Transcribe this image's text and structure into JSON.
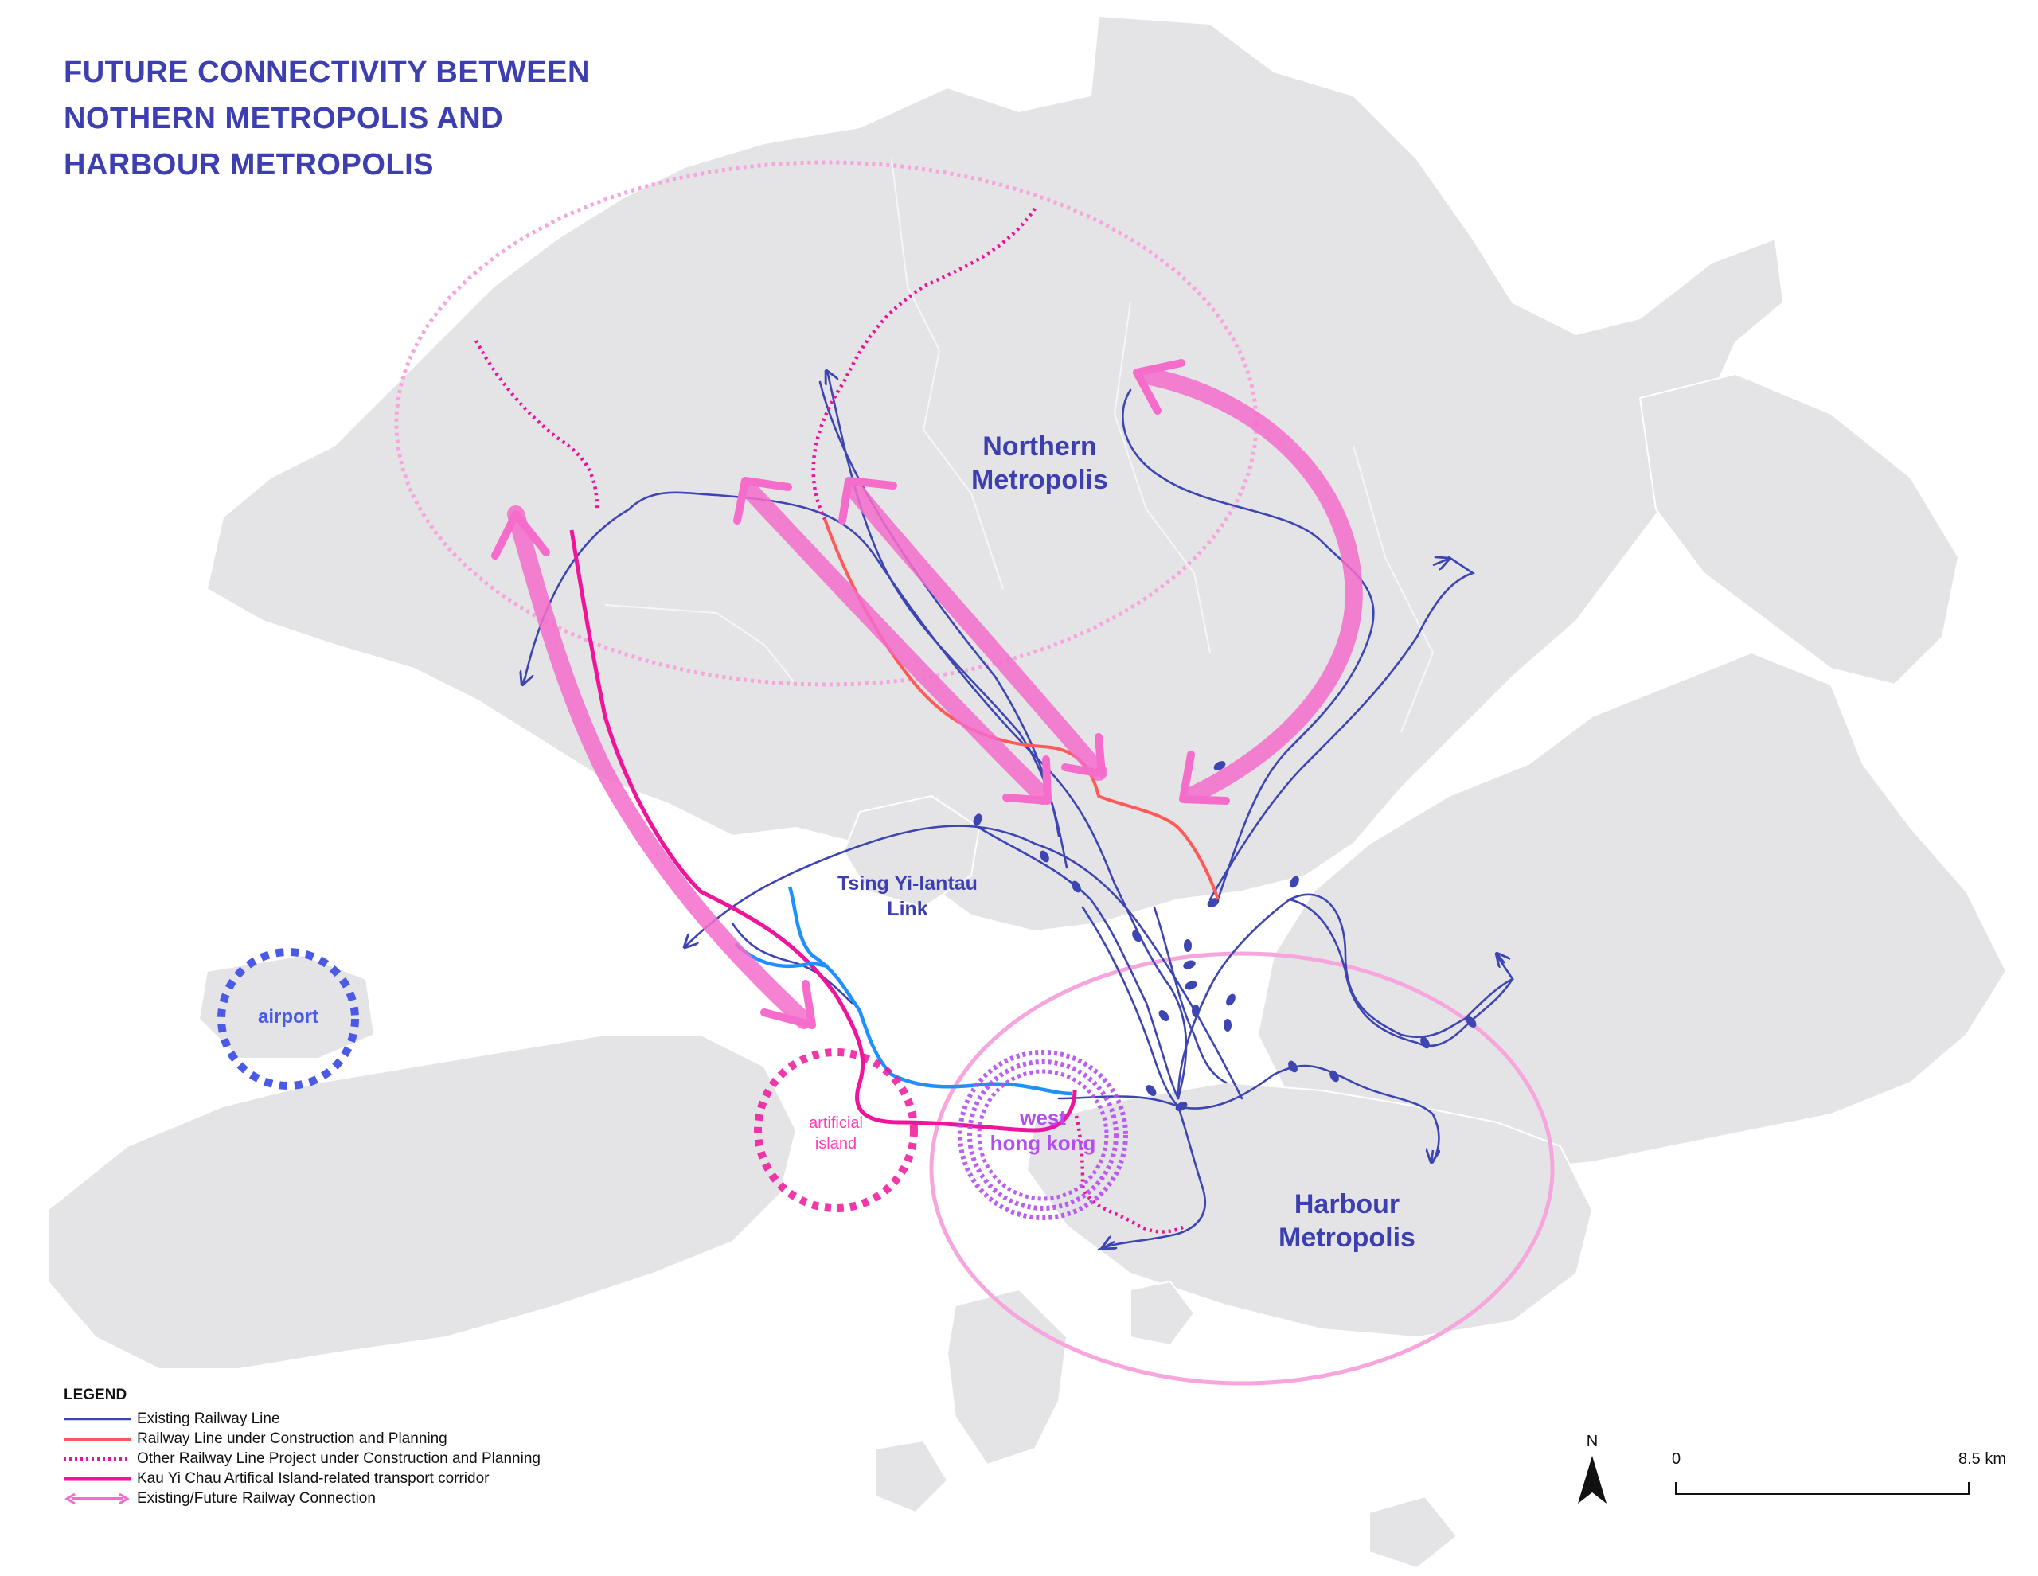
{
  "title_lines": [
    "FUTURE CONNECTIVITY BETWEEN",
    "NOTHERN METROPOLIS AND",
    "HARBOUR METROPOLIS"
  ],
  "labels": {
    "northern_metropolis": [
      "Northern",
      "Metropolis"
    ],
    "harbour_metropolis": [
      "Harbour",
      "Metropolis"
    ],
    "tsing_yi_lantau_link": [
      "Tsing Yi-lantau",
      "Link"
    ],
    "airport": "airport",
    "artificial_island": [
      "artificial",
      "island"
    ],
    "west_hong_kong": [
      "west",
      "hong kong"
    ]
  },
  "legend": {
    "title": "LEGEND",
    "items": [
      {
        "label": "Existing Railway Line",
        "style": "solid",
        "color": "#3d45b3"
      },
      {
        "label": "Railway Line under Construction and Planning",
        "style": "solid",
        "color": "#ff5a5a"
      },
      {
        "label": "Other Railway Line Project under Construction and Planning",
        "style": "dotted",
        "color": "#e8149a"
      },
      {
        "label": "Kau Yi Chau Artifical Island-related transport corridor",
        "style": "solid-thick",
        "color": "#f0149a"
      },
      {
        "label": "Existing/Future Railway Connection",
        "style": "double-arrow",
        "color": "#f56ccb"
      }
    ]
  },
  "north_arrow": "N",
  "scale": {
    "start": "0",
    "end": "8.5 km"
  },
  "colors": {
    "land": "#e4e4e6",
    "existing_rail": "#3d45b3",
    "rail_planning": "#ff5a5a",
    "corridor": "#f0149a",
    "connection": "#f56ccb",
    "metro_zone": "#f6a6dc",
    "airport_ring": "#4b5ae6",
    "west_hk_ring": "#b44df0",
    "tsing_yi_link": "#1e90ff",
    "title": "#3d3fb1"
  }
}
